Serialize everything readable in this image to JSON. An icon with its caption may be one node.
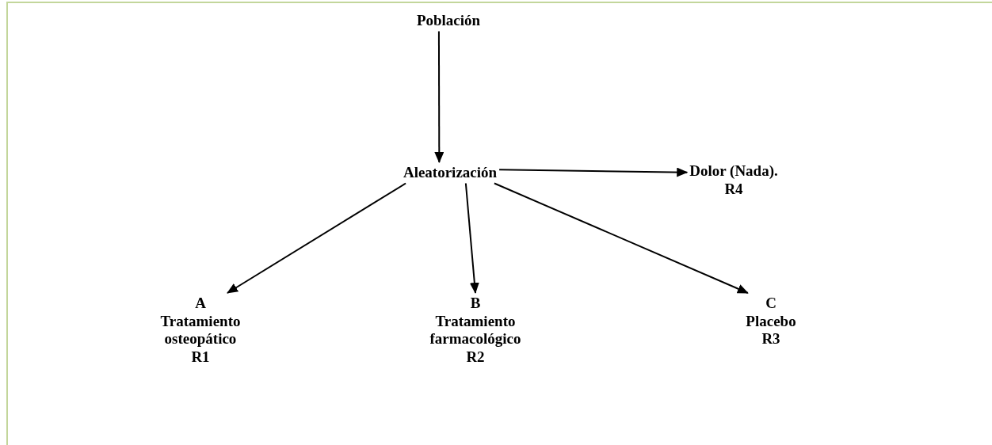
{
  "diagram": {
    "nodes": [
      {
        "text": [
          "Población"
        ]
      },
      {
        "text": [
          "Aleatorización"
        ]
      },
      {
        "text": [
          "Dolor (Nada).",
          "R4"
        ]
      },
      {
        "text": [
          "A",
          "Tratamiento osteopático",
          "R1"
        ]
      },
      {
        "text": [
          "B",
          "Tratamiento farmacológico",
          "R2"
        ]
      },
      {
        "text": [
          "C",
          "Placebo",
          "R3"
        ]
      }
    ],
    "edges": [
      {
        "from": 0,
        "to": 1,
        "arrow": "to"
      },
      {
        "from": 1,
        "to": 2,
        "arrow": "to"
      },
      {
        "from": 1,
        "to": 3,
        "arrow": "to"
      },
      {
        "from": 1,
        "to": 4,
        "arrow": "to"
      },
      {
        "from": 1,
        "to": 5,
        "arrow": "to"
      }
    ]
  }
}
